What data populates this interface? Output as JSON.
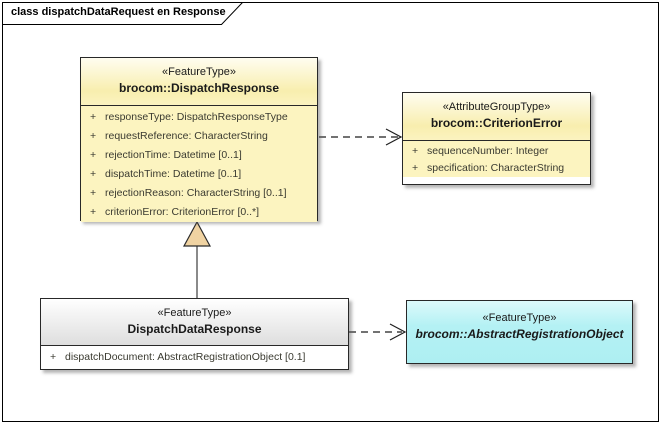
{
  "frame": {
    "label": "class dispatchDataRequest en Response"
  },
  "classes": {
    "dispatchResponse": {
      "stereotype": "«FeatureType»",
      "name": "brocom::DispatchResponse",
      "attributes": [
        {
          "vis": "+",
          "text": "responseType: DispatchResponseType"
        },
        {
          "vis": "+",
          "text": "requestReference: CharacterString"
        },
        {
          "vis": "+",
          "text": "rejectionTime: Datetime [0..1]"
        },
        {
          "vis": "+",
          "text": "dispatchTime: Datetime [0..1]"
        },
        {
          "vis": "+",
          "text": "rejectionReason: CharacterString [0..1]"
        },
        {
          "vis": "+",
          "text": "criterionError: CriterionError [0..*]"
        }
      ]
    },
    "criterionError": {
      "stereotype": "«AttributeGroupType»",
      "name": "brocom::CriterionError",
      "attributes": [
        {
          "vis": "+",
          "text": "sequenceNumber: Integer"
        },
        {
          "vis": "+",
          "text": "specification: CharacterString"
        }
      ]
    },
    "dispatchDataResponse": {
      "stereotype": "«FeatureType»",
      "name": "DispatchDataResponse",
      "attributes": [
        {
          "vis": "+",
          "text": "dispatchDocument: AbstractRegistrationObject [0.1]"
        }
      ]
    },
    "abstractRegistrationObject": {
      "stereotype": "«FeatureType»",
      "name": "brocom::AbstractRegistrationObject"
    }
  },
  "connectors": [
    {
      "type": "dependency",
      "from": "brocom::DispatchResponse",
      "to": "brocom::CriterionError",
      "line": "dashed",
      "arrowhead": "open"
    },
    {
      "type": "dependency",
      "from": "DispatchDataResponse",
      "to": "brocom::AbstractRegistrationObject",
      "line": "dashed",
      "arrowhead": "open"
    },
    {
      "type": "generalization",
      "from": "DispatchDataResponse",
      "to": "brocom::DispatchResponse",
      "line": "solid",
      "arrowhead": "triangle"
    }
  ],
  "colors": {
    "yellow_fill": "#FCF4C0",
    "cyan_fill": "#AEEFF2",
    "gray_fill": "#FFFFFF",
    "triangle_fill": "#F0D3A2",
    "border": "#282828",
    "background": "#FFFFFF"
  }
}
